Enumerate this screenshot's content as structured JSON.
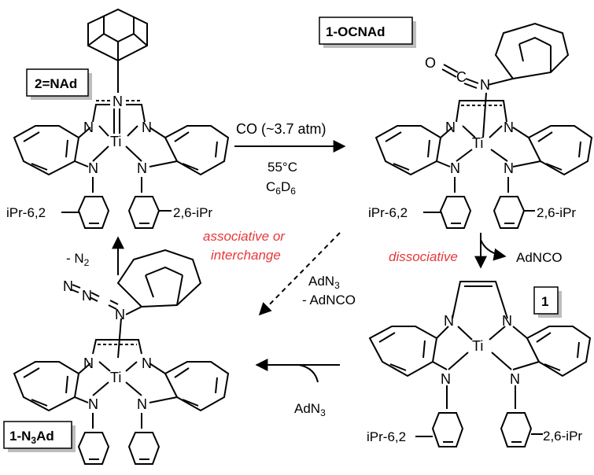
{
  "boxes": {
    "b1": "2=NAd",
    "b2": "1-OCNAd",
    "b3": "1",
    "b4": "1-N3Ad"
  },
  "arrows": {
    "co_line": "CO (~3.7 atm)",
    "temp": "55°C",
    "solvent": "C6D6",
    "assoc1": "associative or",
    "assoc2": "interchange",
    "dissoc": "dissociative",
    "released": "AdNCO",
    "n2_loss": "- N2",
    "azide": "AdN3",
    "minus_adnco": "- AdNCO",
    "azide_bottom": "AdN3"
  },
  "atoms": {
    "N": "N",
    "Ti": "Ti",
    "O": "O",
    "C": "C",
    "ipr_left": "iPr-6,2",
    "ipr_right": "2,6-iPr"
  },
  "colors": {
    "ink": "#000000",
    "red": "#e8373a",
    "box_shadow": "#bdbdbd"
  }
}
